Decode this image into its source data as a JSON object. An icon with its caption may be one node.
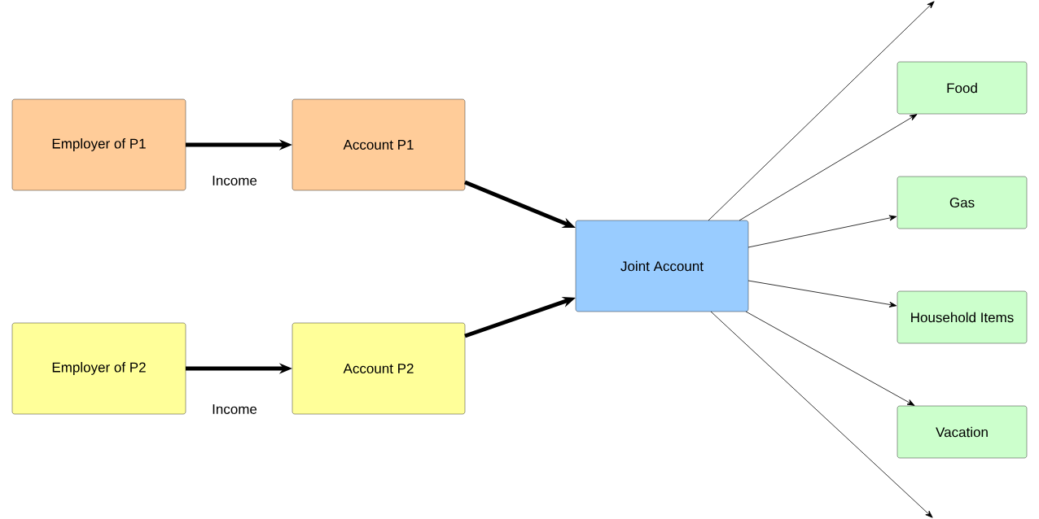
{
  "diagram": {
    "nodes": [
      {
        "text": [
          "Employer of P1"
        ]
      },
      {
        "text": [
          "Account P1"
        ]
      },
      {
        "text": [
          "Employer of P2"
        ]
      },
      {
        "text": [
          "Account P2"
        ]
      },
      {
        "text": [
          "Joint Account"
        ]
      },
      {
        "text": [
          "Food"
        ]
      },
      {
        "text": [
          "Gas"
        ]
      },
      {
        "text": [
          "Household Items"
        ]
      },
      {
        "text": [
          "Vacation"
        ]
      }
    ],
    "edges": [
      {
        "from": 0,
        "to": 1,
        "arrow": "to",
        "label": "Income",
        "style": "thick"
      },
      {
        "from": 2,
        "to": 3,
        "arrow": "to",
        "label": "Income",
        "style": "thick"
      },
      {
        "from": 1,
        "to": 4,
        "arrow": "to",
        "style": "thick"
      },
      {
        "from": 3,
        "to": 4,
        "arrow": "to",
        "style": "thick"
      },
      {
        "from": 4,
        "to": null,
        "arrow": "to"
      },
      {
        "from": 4,
        "to": 5,
        "arrow": "to"
      },
      {
        "from": 4,
        "to": 6,
        "arrow": "to"
      },
      {
        "from": 4,
        "to": 7,
        "arrow": "to"
      },
      {
        "from": 4,
        "to": 8,
        "arrow": "to"
      },
      {
        "from": 4,
        "to": null,
        "arrow": "to"
      }
    ]
  }
}
